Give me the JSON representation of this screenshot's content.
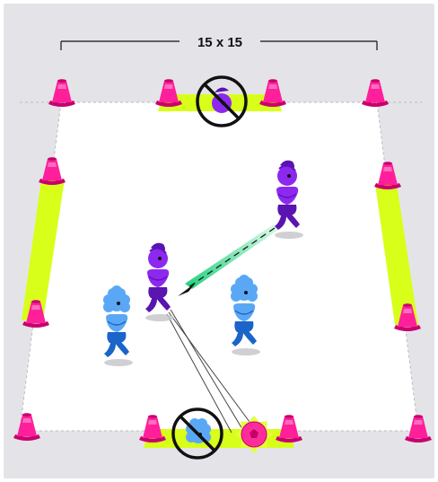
{
  "dimension_label": "15 x 15",
  "colors": {
    "frame_bg": "#e4e4e8",
    "pitch": "#ffffff",
    "pitch_border": "#b9b9c2",
    "gate": "#d8ff1a",
    "cone": "#ff1f9a",
    "cone_dark": "#c8006f",
    "team_purple": "#8d28f0",
    "team_purple_dark": "#5a14b0",
    "team_blue": "#5aa8f5",
    "team_blue_dark": "#1b64c8",
    "pass_arrow": "#1fd07a",
    "ball": "#ff2d9b",
    "ball_glow": "#e6ff3a",
    "no_symbol": "#111111"
  },
  "icons": {
    "cone": "training-cone",
    "gate": "goal-gate",
    "player": "player-figure",
    "ball": "soccer-ball",
    "forbidden": "no-entry-icon"
  },
  "teams": {
    "purple": {
      "player_count": 3
    },
    "blue": {
      "player_count": 3
    }
  }
}
